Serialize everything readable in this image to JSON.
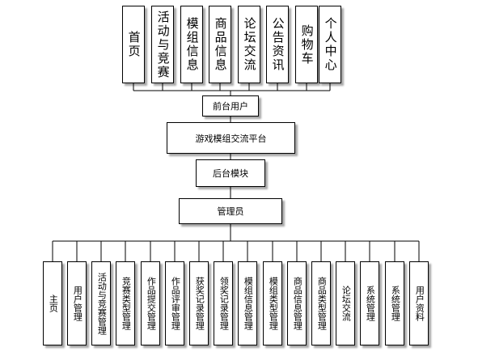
{
  "top_modules": [
    "首页",
    "活动与竞赛",
    "模组信息",
    "商品信息",
    "论坛交流",
    "公告资讯",
    "购物车",
    "个人中心"
  ],
  "front_user": "前台用户",
  "platform": "游戏模组交流平台",
  "backend": "后台模块",
  "admin": "管理员",
  "bottom_modules": [
    "主页",
    "用户管理",
    "活动与竞赛管理",
    "竞赛类型管理",
    "作品提交管理",
    "作品评审管理",
    "获奖记录管理",
    "领奖记录管理",
    "模组信息管理",
    "模组类型管理",
    "商品信息管理",
    "商品类型管理",
    "论坛交流",
    "系统管理",
    "系统管理",
    "用户资料"
  ]
}
